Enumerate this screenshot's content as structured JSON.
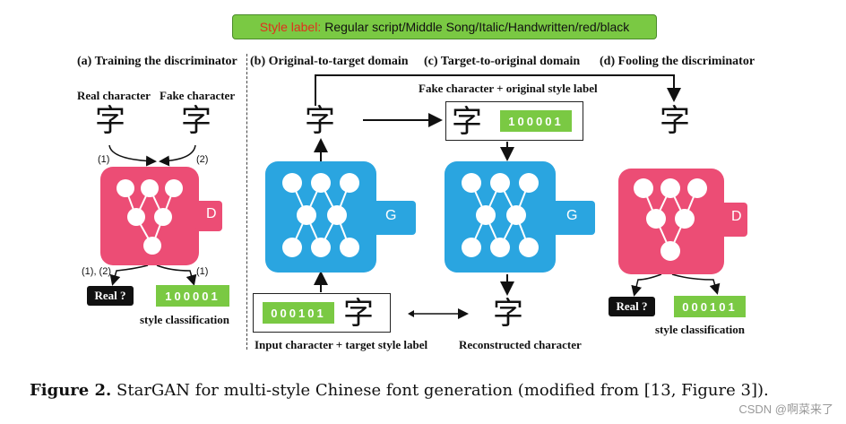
{
  "style_banner": {
    "prefix": "Style label:",
    "text": "Regular script/Middle Song/Italic/Handwritten/red/black"
  },
  "sections": {
    "a": "(a) Training the discriminator",
    "b": "(b) Original-to-target domain",
    "c": "(c) Target-to-original domain",
    "d": "(d) Fooling the discriminator"
  },
  "panel_a": {
    "real_label": "Real character",
    "fake_label": "Fake character",
    "real_glyph": "字",
    "fake_glyph": "字",
    "arrow1": "(1)",
    "arrow2": "(2)",
    "out_left": "(1), (2)",
    "out_right": "(1)",
    "disc_letter": "D",
    "real_q": "Real ?",
    "code": "100001",
    "style_class": "style classification"
  },
  "panel_bc": {
    "top_glyph": "字",
    "fake_box_label": "Fake character + original style label",
    "fake_box_glyph": "字",
    "fake_box_code": "100001",
    "gen_letter_left": "G",
    "gen_letter_right": "G",
    "input_code": "000101",
    "input_glyph": "字",
    "input_label": "Input character + target style label",
    "recon_glyph": "字",
    "recon_label": "Reconstructed character"
  },
  "panel_d": {
    "glyph": "字",
    "disc_letter": "D",
    "real_q": "Real ?",
    "code": "000101",
    "style_class": "style classification"
  },
  "caption": {
    "prefix": "Figure 2.",
    "text": "StarGAN for multi-style Chinese font generation (modified from [13, Figure 3])."
  },
  "watermark": "CSDN @啊菜来了",
  "colors": {
    "discriminator": "#ec4d75",
    "generator": "#2aa5e0",
    "label_green": "#7ac943",
    "banner_red": "#e0301e"
  }
}
